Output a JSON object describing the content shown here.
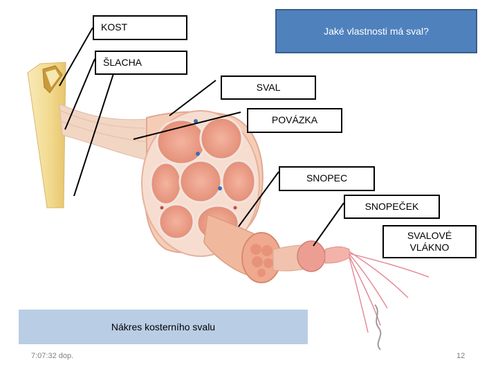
{
  "slide": {
    "question": "Jaké vlastnosti má sval?",
    "caption": "Nákres kosterního svalu",
    "time": "7:07:32 dop.",
    "page_number": "12"
  },
  "labels": {
    "kost": "KOST",
    "slacha": "ŠLACHA",
    "sval": "SVAL",
    "povazka": "POVÁZKA",
    "snopec": "SNOPEC",
    "snopecek": "SNOPEČEK",
    "svalove_vlakno_line1": "SVALOVÉ",
    "svalove_vlakno_line2": "VLÁKNO"
  },
  "colors": {
    "question_fill": "#4f81bd",
    "caption_fill": "#b9cde4",
    "bone": "#f3dfa2",
    "tendon": "#f2dccc",
    "muscle": "#f4c6a8",
    "fascicle": "#e9a38a",
    "fiber": "#e89aa0"
  },
  "icons": [
    "bone-illustration",
    "muscle-illustration",
    "fascicle-cross-section",
    "muscle-fiber",
    "myofibril-strands"
  ]
}
